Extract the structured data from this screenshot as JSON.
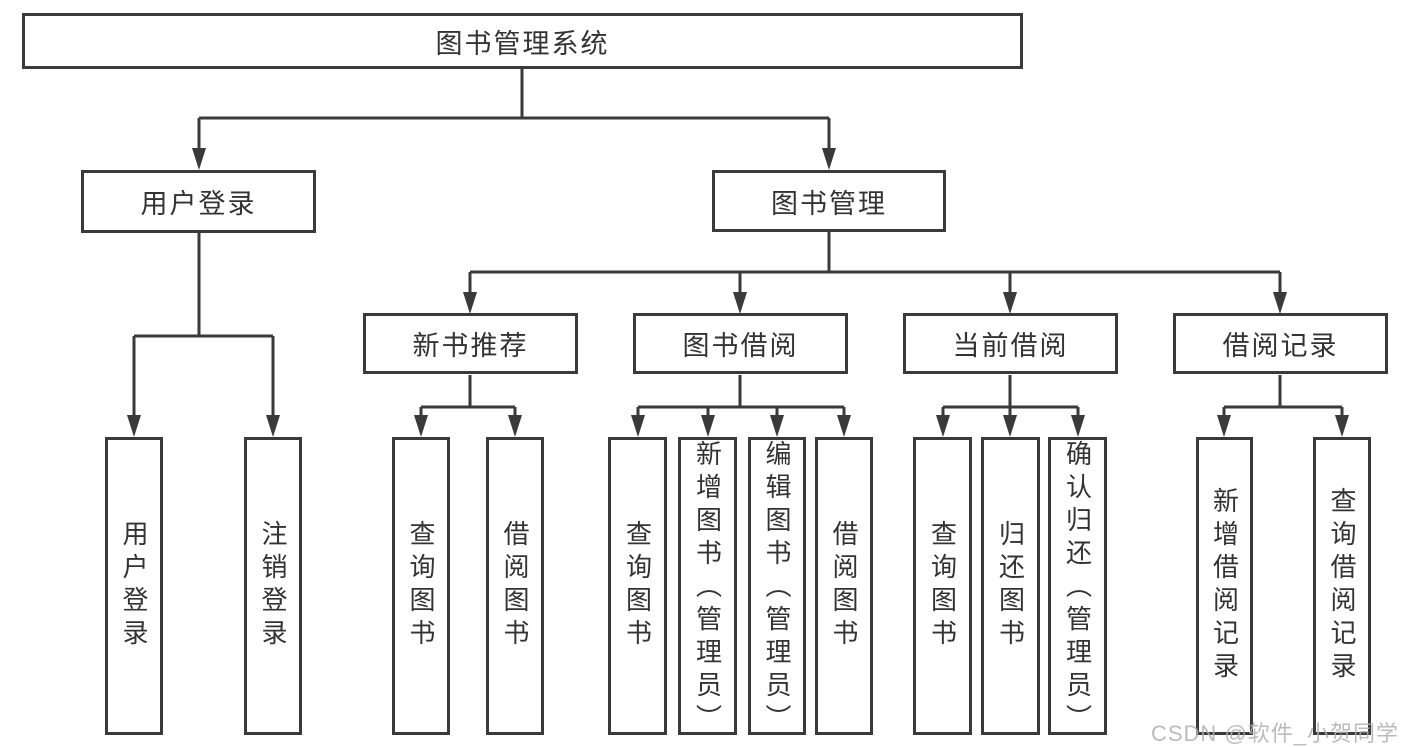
{
  "tree": {
    "root": {
      "label": "图书管理系统"
    },
    "userLogin": {
      "label": "用户登录",
      "children": [
        {
          "label": "用户登录"
        },
        {
          "label": "注销登录"
        }
      ]
    },
    "bookManagement": {
      "label": "图书管理"
    },
    "newBookRec": {
      "label": "新书推荐",
      "children": [
        {
          "label": "查询图书"
        },
        {
          "label": "借阅图书"
        }
      ]
    },
    "bookBorrow": {
      "label": "图书借阅",
      "children": [
        {
          "label": "查询图书"
        },
        {
          "label": "新增图书（管理员）"
        },
        {
          "label": "编辑图书（管理员）"
        },
        {
          "label": "借阅图书"
        }
      ]
    },
    "currentBorrow": {
      "label": "当前借阅",
      "children": [
        {
          "label": "查询图书"
        },
        {
          "label": "归还图书"
        },
        {
          "label": "确认归还（管理员）"
        }
      ]
    },
    "borrowRecords": {
      "label": "借阅记录",
      "children": [
        {
          "label": "新增借阅记录"
        },
        {
          "label": "查询借阅记录"
        }
      ]
    }
  },
  "watermark": "CSDN @软件_小贺同学",
  "colors": {
    "line": "#3a3a3a",
    "text": "#333333",
    "watermark": "#b0b0b0"
  }
}
